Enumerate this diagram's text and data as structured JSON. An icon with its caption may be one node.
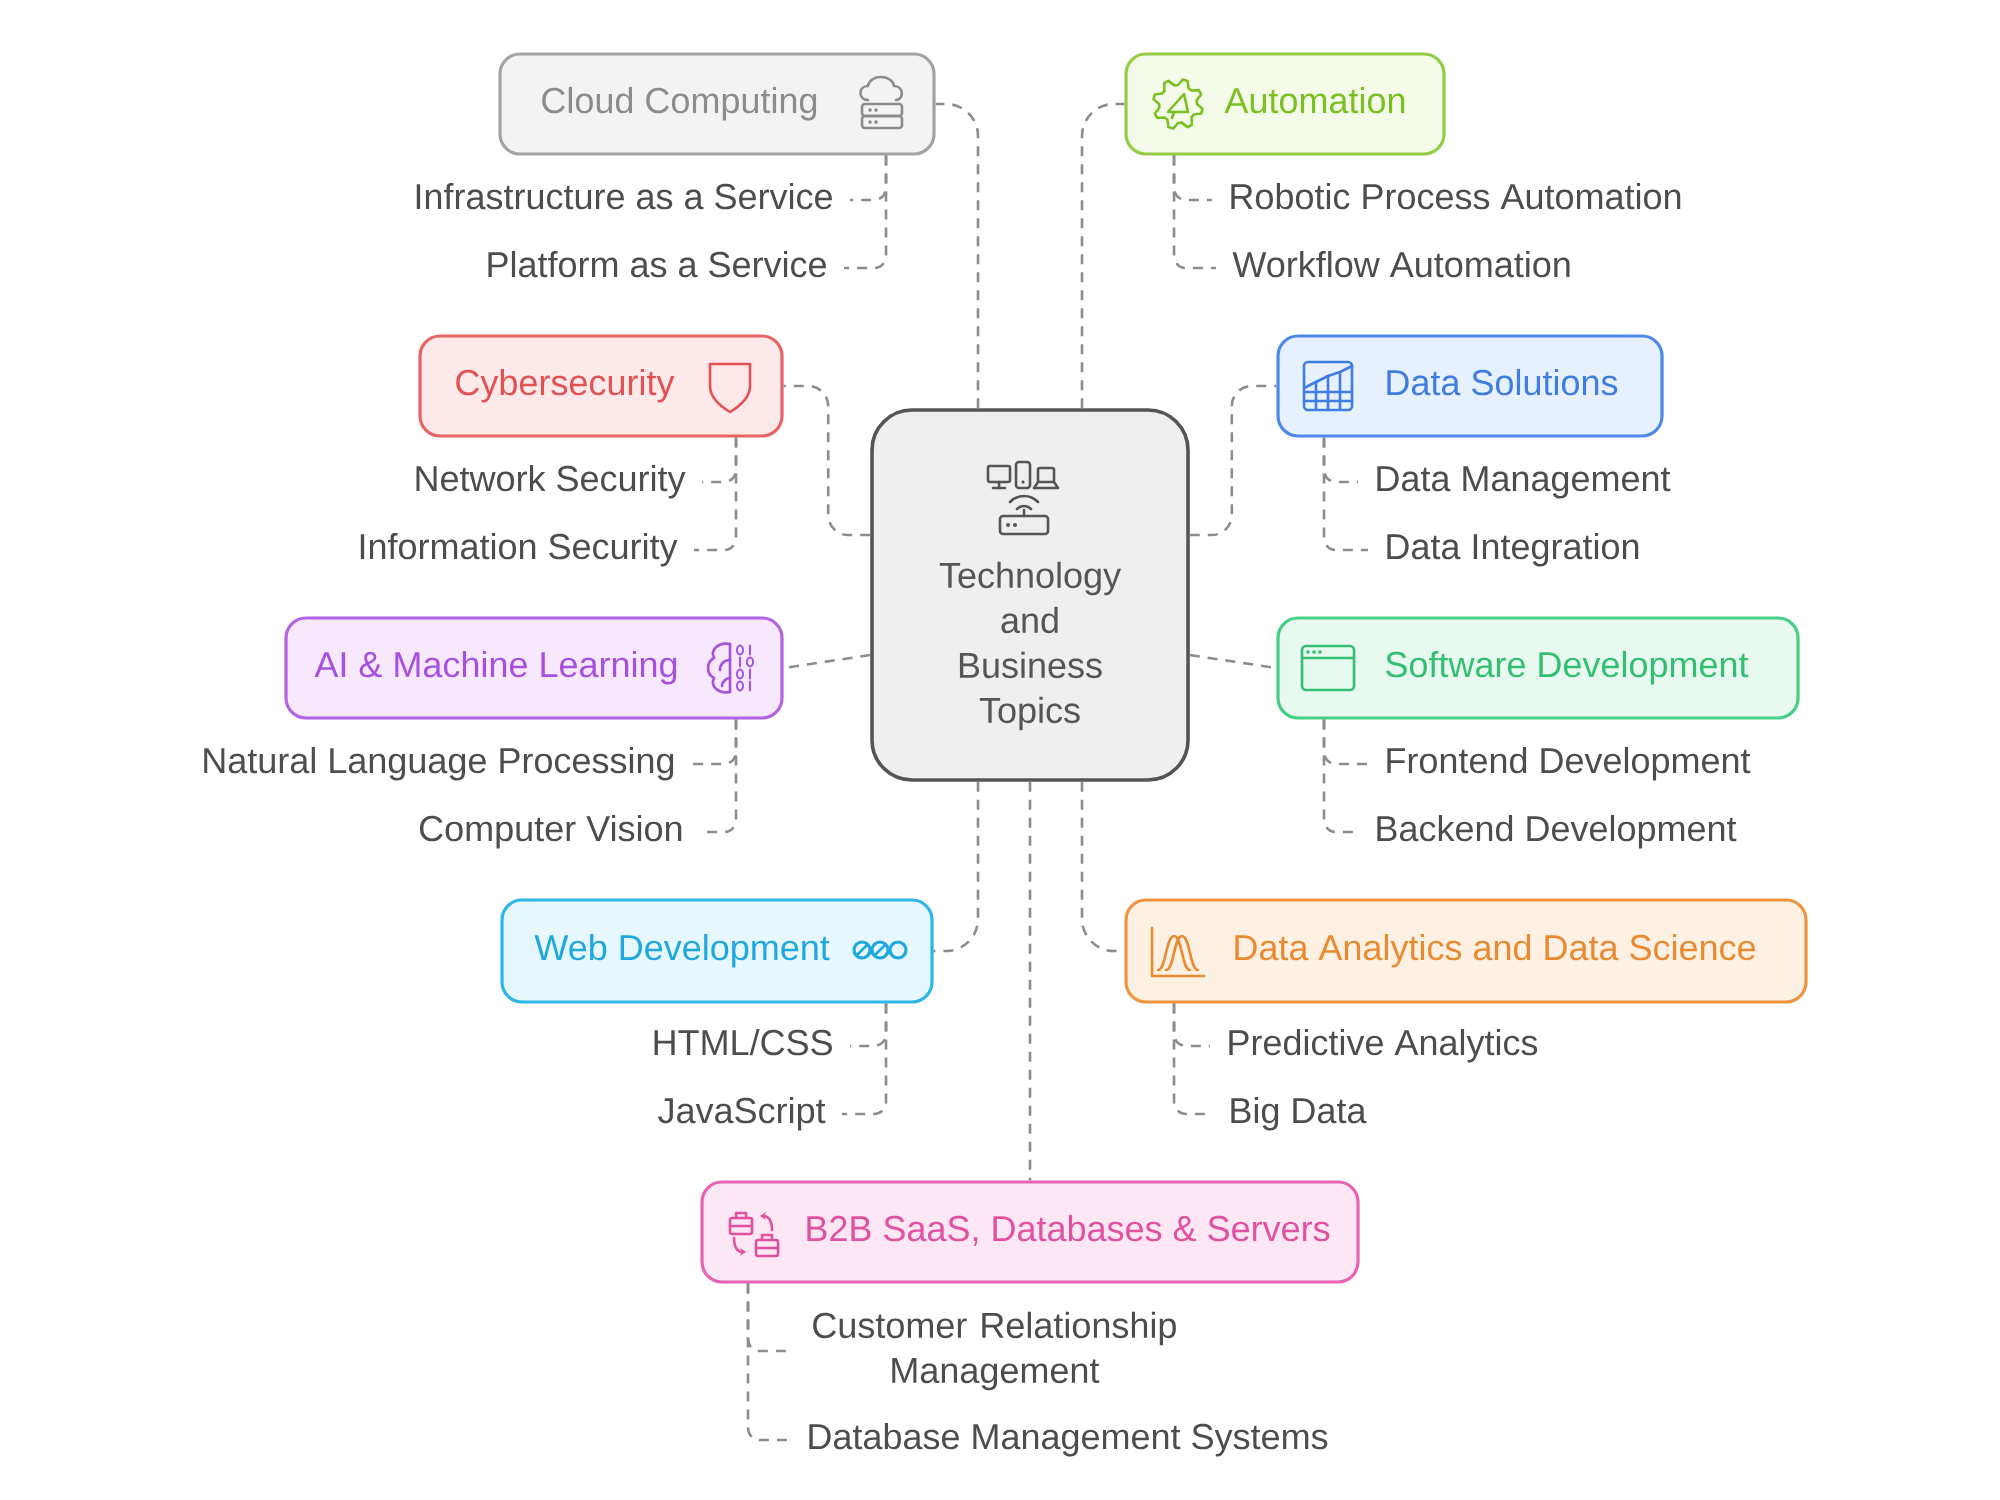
{
  "diagram": {
    "nodes": [
      {
        "text": [
          "Technology and Business Topics"
        ]
      },
      {
        "text": [
          "Cloud Computing"
        ]
      },
      {
        "text": [
          "Infrastructure as a Service"
        ]
      },
      {
        "text": [
          "Platform as a Service"
        ]
      },
      {
        "text": [
          "Automation"
        ]
      },
      {
        "text": [
          "Robotic Process Automation"
        ]
      },
      {
        "text": [
          "Workflow Automation"
        ]
      },
      {
        "text": [
          "Cybersecurity"
        ]
      },
      {
        "text": [
          "Network Security"
        ]
      },
      {
        "text": [
          "Information Security"
        ]
      },
      {
        "text": [
          "Data Solutions"
        ]
      },
      {
        "text": [
          "Data Management"
        ]
      },
      {
        "text": [
          "Data Integration"
        ]
      },
      {
        "text": [
          "AI & Machine Learning"
        ]
      },
      {
        "text": [
          "Natural Language Processing"
        ]
      },
      {
        "text": [
          "Computer Vision"
        ]
      },
      {
        "text": [
          "Software Development"
        ]
      },
      {
        "text": [
          "Frontend Development"
        ]
      },
      {
        "text": [
          "Backend Development"
        ]
      },
      {
        "text": [
          "Web Development"
        ]
      },
      {
        "text": [
          "HTML/CSS"
        ]
      },
      {
        "text": [
          "JavaScript"
        ]
      },
      {
        "text": [
          "Data Analytics and Data Science"
        ]
      },
      {
        "text": [
          "Predictive Analytics"
        ]
      },
      {
        "text": [
          "Big Data"
        ]
      },
      {
        "text": [
          "B2B SaaS, Databases & Servers"
        ]
      },
      {
        "text": [
          "Customer Relationship Management"
        ]
      },
      {
        "text": [
          "Database Management Systems"
        ]
      }
    ],
    "edges": [
      {
        "from": 0,
        "to": 1,
        "arrow": "none"
      },
      {
        "from": 0,
        "to": 4,
        "arrow": "none"
      },
      {
        "from": 0,
        "to": 7,
        "arrow": "none"
      },
      {
        "from": 0,
        "to": 10,
        "arrow": "none"
      },
      {
        "from": 0,
        "to": 13,
        "arrow": "none"
      },
      {
        "from": 0,
        "to": 16,
        "arrow": "none"
      },
      {
        "from": 0,
        "to": 19,
        "arrow": "none"
      },
      {
        "from": 0,
        "to": 22,
        "arrow": "none"
      },
      {
        "from": 0,
        "to": 25,
        "arrow": "none"
      },
      {
        "from": 1,
        "to": 2,
        "arrow": "none"
      },
      {
        "from": 1,
        "to": 3,
        "arrow": "none"
      },
      {
        "from": 4,
        "to": 5,
        "arrow": "none"
      },
      {
        "from": 4,
        "to": 6,
        "arrow": "none"
      },
      {
        "from": 7,
        "to": 8,
        "arrow": "none"
      },
      {
        "from": 7,
        "to": 9,
        "arrow": "none"
      },
      {
        "from": 10,
        "to": 11,
        "arrow": "none"
      },
      {
        "from": 10,
        "to": 12,
        "arrow": "none"
      },
      {
        "from": 13,
        "to": 14,
        "arrow": "none"
      },
      {
        "from": 13,
        "to": 15,
        "arrow": "none"
      },
      {
        "from": 16,
        "to": 17,
        "arrow": "none"
      },
      {
        "from": 16,
        "to": 18,
        "arrow": "none"
      },
      {
        "from": 19,
        "to": 20,
        "arrow": "none"
      },
      {
        "from": 19,
        "to": 21,
        "arrow": "none"
      },
      {
        "from": 22,
        "to": 23,
        "arrow": "none"
      },
      {
        "from": 22,
        "to": 24,
        "arrow": "none"
      },
      {
        "from": 25,
        "to": 26,
        "arrow": "none"
      },
      {
        "from": 25,
        "to": 27,
        "arrow": "none"
      }
    ]
  }
}
